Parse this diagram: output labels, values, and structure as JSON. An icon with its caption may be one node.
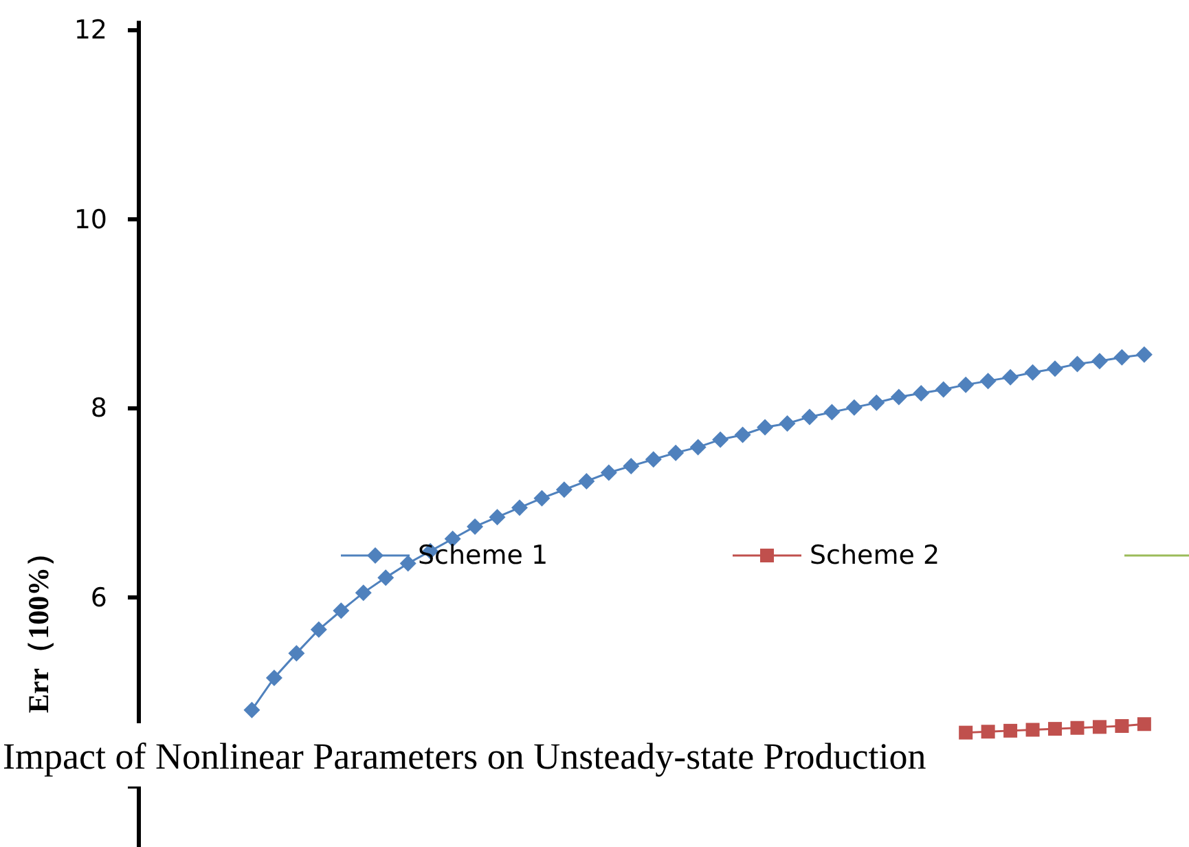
{
  "diagram": {
    "chart_data": {
      "type": "line",
      "title": "Impact of Nonlinear Parameters on Unsteady-state Production",
      "ylabel": "Err（100%）",
      "ylim": [
        3.36,
        12.1
      ],
      "legend": "bottom left",
      "yticks": [
        6,
        8,
        10,
        12
      ],
      "series": [
        {
          "name": "Scheme 1",
          "color": "#4f81bd",
          "marker": "diamond",
          "values": [
            null,
            4.81,
            5.15,
            5.41,
            5.66,
            5.86,
            6.05,
            6.21,
            6.36,
            6.49,
            6.62,
            6.75,
            6.85,
            6.95,
            7.05,
            7.14,
            7.23,
            7.32,
            7.39,
            7.46,
            7.53,
            7.59,
            7.67,
            7.72,
            7.8,
            7.84,
            7.91,
            7.96,
            8.01,
            8.06,
            8.12,
            8.16,
            8.2,
            8.25,
            8.29,
            8.33,
            8.38,
            8.42,
            8.47,
            8.5,
            8.54,
            8.57
          ]
        },
        {
          "name": "Scheme 2",
          "color": "#c0504d",
          "marker": "square",
          "values": [
            null,
            null,
            null,
            null,
            null,
            null,
            null,
            null,
            null,
            null,
            null,
            null,
            null,
            null,
            null,
            null,
            null,
            null,
            null,
            null,
            null,
            null,
            null,
            null,
            null,
            null,
            null,
            null,
            null,
            null,
            null,
            null,
            null,
            4.57,
            4.58,
            4.59,
            4.6,
            4.61,
            4.62,
            4.63,
            4.64,
            4.66
          ]
        },
        {
          "color": "#9bbb59",
          "values": [
            null,
            null,
            null,
            null,
            null,
            null,
            null,
            null,
            null,
            null,
            null,
            null,
            null,
            null,
            null,
            null,
            null,
            null,
            null,
            null,
            null,
            null,
            null,
            null,
            null,
            null,
            null,
            null,
            null,
            null,
            null,
            null,
            null,
            null,
            null,
            null,
            null,
            null,
            null,
            null,
            null,
            null
          ]
        }
      ]
    }
  }
}
